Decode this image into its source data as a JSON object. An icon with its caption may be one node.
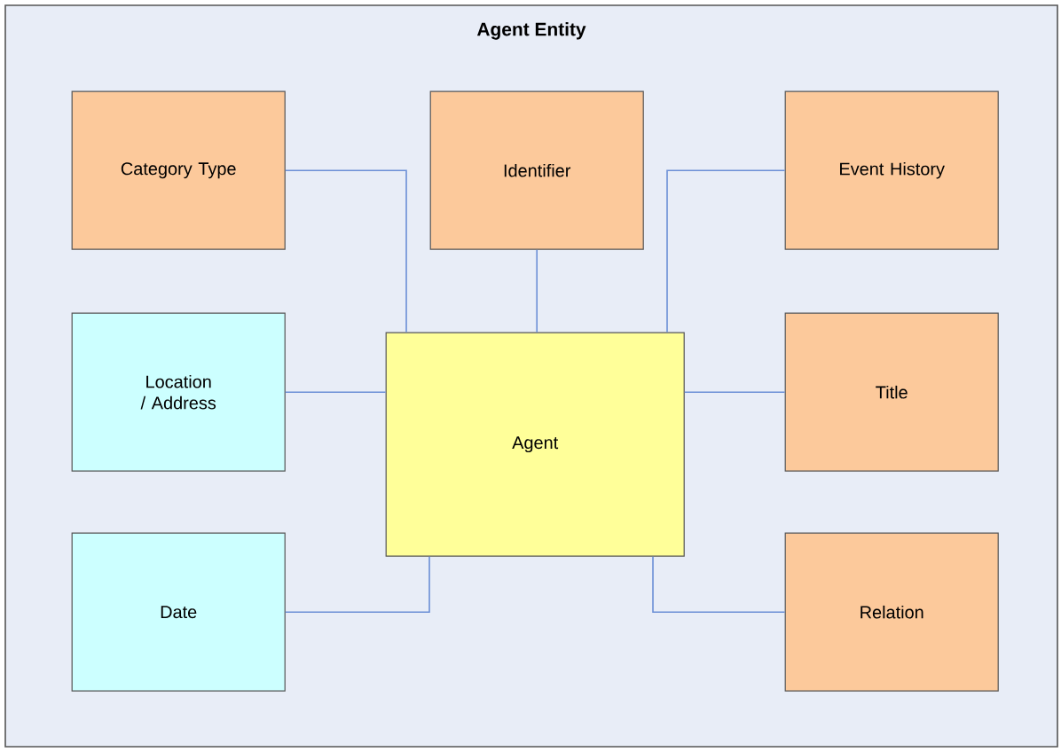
{
  "diagram": {
    "nodes": [
      {
        "text": [
          "Agent Entity"
        ]
      },
      {
        "text": [
          "Category Type"
        ],
        "in": 0
      },
      {
        "text": [
          "Identifier"
        ],
        "in": 0
      },
      {
        "text": [
          "Event History"
        ],
        "in": 0
      },
      {
        "text": [
          "Location / Address"
        ],
        "in": 0
      },
      {
        "text": [
          "Agent"
        ],
        "in": 0
      },
      {
        "text": [
          "Title"
        ],
        "in": 0
      },
      {
        "text": [
          "Date"
        ],
        "in": 0
      },
      {
        "text": [
          "Relation"
        ],
        "in": 0
      }
    ],
    "edges": [
      {
        "from": 1,
        "to": 5,
        "arrow": "none"
      },
      {
        "from": 2,
        "to": 5,
        "arrow": "none"
      },
      {
        "from": 3,
        "to": 5,
        "arrow": "none"
      },
      {
        "from": 4,
        "to": 5,
        "arrow": "none"
      },
      {
        "from": 6,
        "to": 5,
        "arrow": "none"
      },
      {
        "from": 7,
        "to": 5,
        "arrow": "none"
      },
      {
        "from": 8,
        "to": 5,
        "arrow": "none"
      }
    ]
  }
}
